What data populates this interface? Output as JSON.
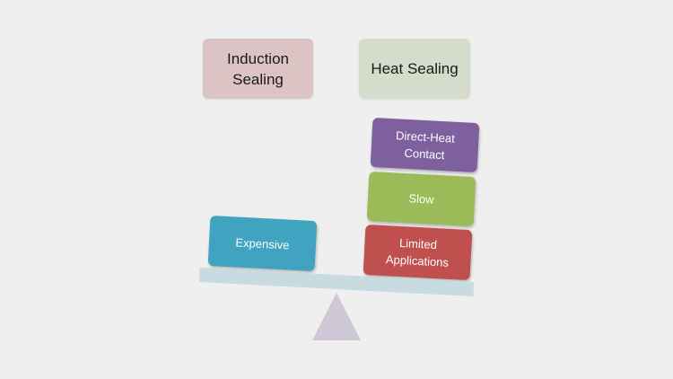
{
  "headers": {
    "left": "Induction\nSealing",
    "right": "Heat Sealing"
  },
  "blocks": {
    "expensive": "Expensive",
    "limited": "Limited\nApplications",
    "slow": "Slow",
    "direct": "Direct-Heat\nContact"
  },
  "colors": {
    "background": "#efefef",
    "header_left": "#dcc4c4",
    "header_right": "#d5dccb",
    "expensive": "#40a3bf",
    "limited": "#c0504d",
    "slow": "#9bbb59",
    "direct": "#7f609f",
    "beam": "#c8dbe1",
    "fulcrum": "#cfc8d7"
  }
}
